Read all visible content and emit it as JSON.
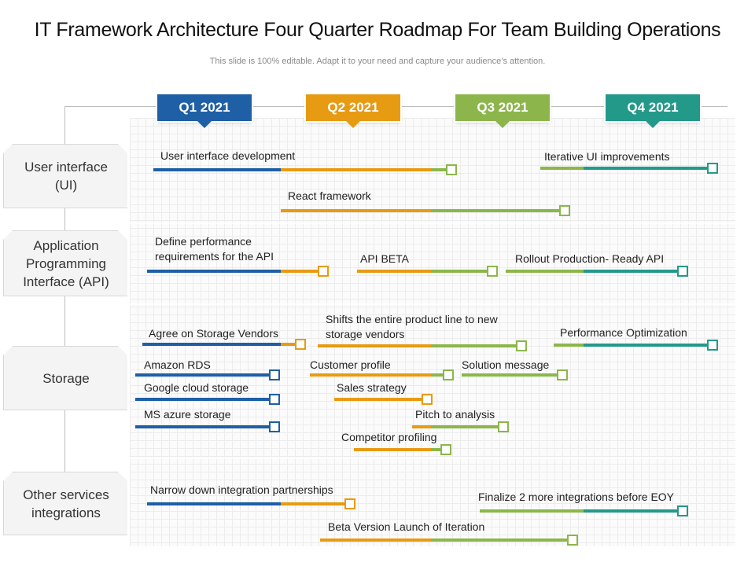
{
  "title": "IT Framework Architecture Four Quarter Roadmap For Team Building Operations",
  "subtitle": "This slide is 100% editable. Adapt it to your need and capture your audience’s attention.",
  "colors": {
    "q1": "#1e5fa5",
    "q2": "#e79b13",
    "q3": "#8cb64b",
    "q4": "#23998a"
  },
  "quarters": [
    {
      "label": "Q1 2021",
      "color": "#1e5fa5"
    },
    {
      "label": "Q2 2021",
      "color": "#e79b13"
    },
    {
      "label": "Q3 2021",
      "color": "#8cb64b"
    },
    {
      "label": "Q4 2021",
      "color": "#23998a"
    }
  ],
  "categories": [
    {
      "label": "User interface\n(UI)"
    },
    {
      "label": "Application\nProgramming\nInterface (API)"
    },
    {
      "label": "Storage"
    },
    {
      "label": "Other services\nintegrations"
    }
  ],
  "tasks": [
    {
      "label": "User interface development"
    },
    {
      "label": "Iterative UI improvements"
    },
    {
      "label": "React framework"
    },
    {
      "label": "Define performance\nrequirements for the API"
    },
    {
      "label": "API BETA"
    },
    {
      "label": "Rollout Production- Ready API"
    },
    {
      "label": "Agree on Storage Vendors"
    },
    {
      "label": "Shifts the entire product line to new\nstorage vendors"
    },
    {
      "label": "Performance Optimization"
    },
    {
      "label": "Amazon RDS"
    },
    {
      "label": "Customer profile"
    },
    {
      "label": "Solution message"
    },
    {
      "label": "Google cloud storage"
    },
    {
      "label": "Sales strategy"
    },
    {
      "label": "MS azure storage"
    },
    {
      "label": "Pitch to analysis"
    },
    {
      "label": "Competitor profiling"
    },
    {
      "label": "Narrow down integration partnerships"
    },
    {
      "label": "Finalize 2 more integrations before EOY"
    },
    {
      "label": "Beta Version  Launch of Iteration"
    }
  ]
}
